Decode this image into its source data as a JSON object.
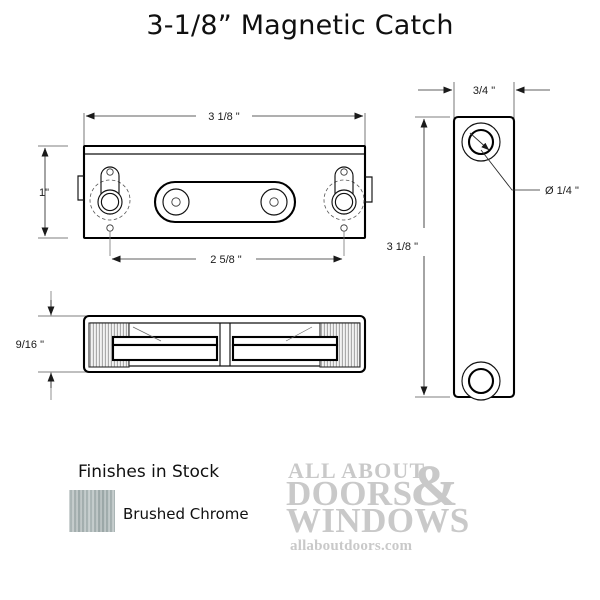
{
  "page": {
    "title": "3-1/8” Magnetic Catch"
  },
  "front_view": {
    "name": "front-view",
    "dimensions": {
      "overall_length": "3 1/8  \"",
      "height": "1\"",
      "hole_spacing": "2 5/8  \""
    }
  },
  "section_view": {
    "name": "section-view",
    "dimensions": {
      "thickness": "9/16  \""
    }
  },
  "side_view": {
    "name": "side-view",
    "dimensions": {
      "width": "3/4  \"",
      "length": "3 1/8  \"",
      "hole_diameter": "Ø 1/4  \""
    }
  },
  "finishes": {
    "heading": "Finishes in Stock",
    "swatches": [
      {
        "label": "Brushed Chrome",
        "color": "#a8b2b2"
      }
    ]
  },
  "watermark": {
    "line1": "ALL ABOUT",
    "ampersand": "&",
    "line2": "DOORS",
    "line3": "WINDOWS",
    "website": "allaboutdoors.com",
    "color": "#c9c9c9"
  }
}
